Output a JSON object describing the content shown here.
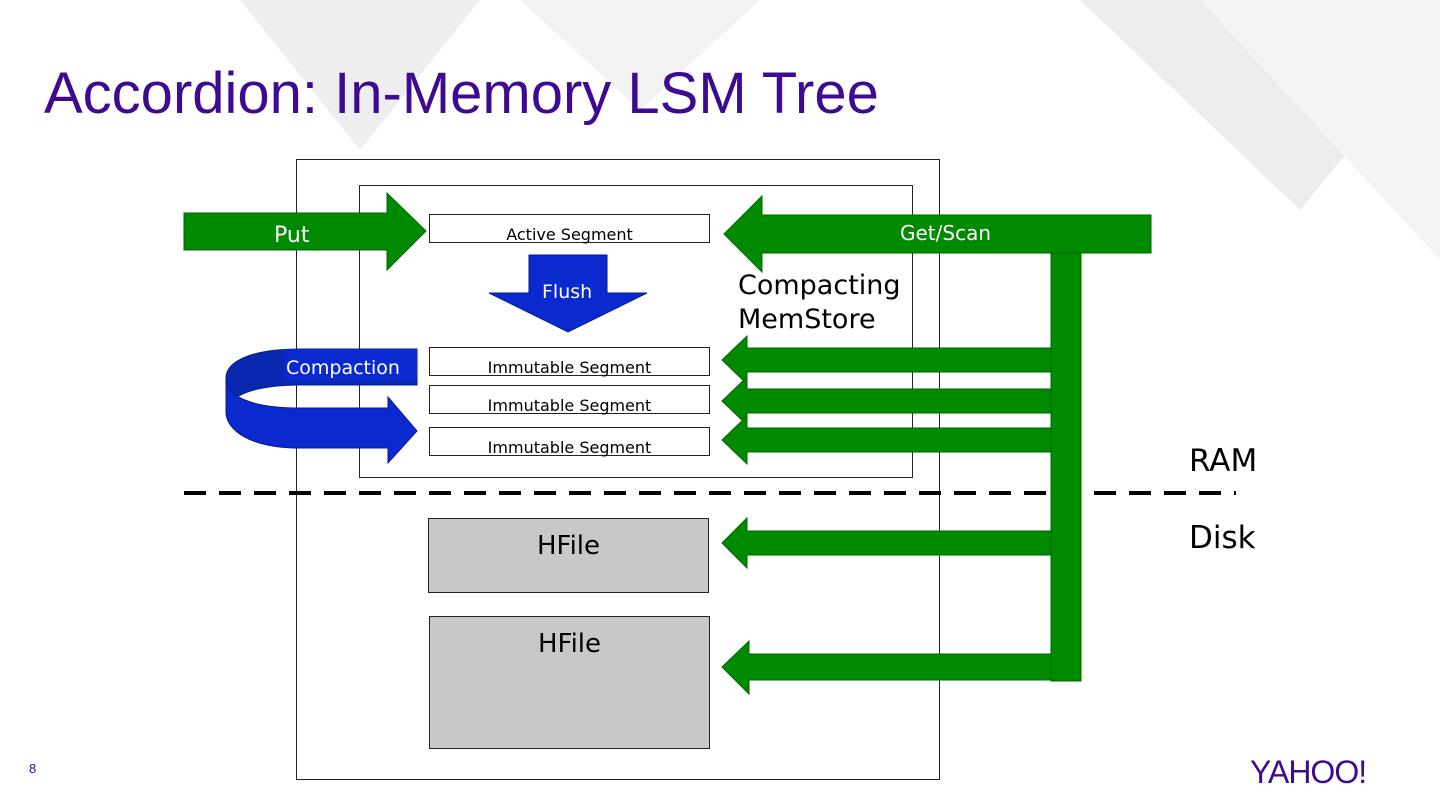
{
  "slide": {
    "title": "Accordion: In-Memory LSM Tree",
    "page_number": "8",
    "logo_text": "YAHOO!"
  },
  "diagram": {
    "put_label": "Put",
    "get_scan_label": "Get/Scan",
    "flush_label": "Flush",
    "compaction_label": "Compaction",
    "memstore_label_line1": "Compacting",
    "memstore_label_line2": "MemStore",
    "active_segment": "Active Segment",
    "immutable_segments": [
      "Immutable Segment",
      "Immutable Segment",
      "Immutable Segment"
    ],
    "hfiles": [
      "HFile",
      "HFile"
    ],
    "ram_label": "RAM",
    "disk_label": "Disk"
  },
  "colors": {
    "title": "#3d0a91",
    "green_arrow": "#008a00",
    "blue_arrow": "#0a2ad0",
    "hfile_fill": "#c8c8c8"
  }
}
